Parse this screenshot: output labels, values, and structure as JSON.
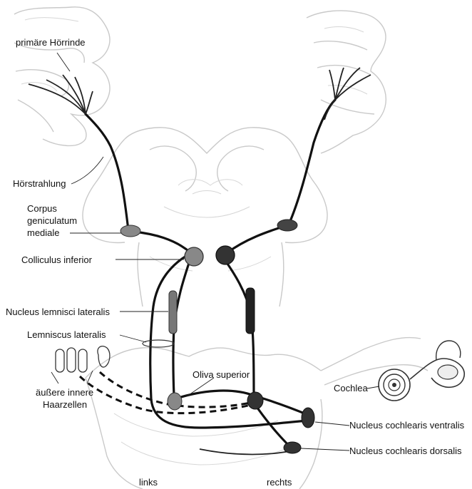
{
  "labels": {
    "primaere_hoerrinde": "primäre Hörrinde",
    "hoerstrahlung": "Hörstrahlung",
    "corpus_1": "Corpus",
    "corpus_2": "geniculatum",
    "corpus_3": "mediale",
    "colliculus_inferior": "Colliculus inferior",
    "nucleus_lemnisci_lateralis": "Nucleus lemnisci lateralis",
    "lemniscus_lateralis": "Lemniscus lateralis",
    "aeussere": "äußere",
    "innere": "innere",
    "haarzellen": "Haarzellen",
    "oliva_superior": "Oliva superior",
    "cochlea": "Cochlea",
    "nucleus_cochlearis_ventralis": "Nucleus cochlearis ventralis",
    "nucleus_cochlearis_dorsalis": "Nucleus cochlearis dorsalis",
    "links": "links",
    "rechts": "rechts"
  }
}
